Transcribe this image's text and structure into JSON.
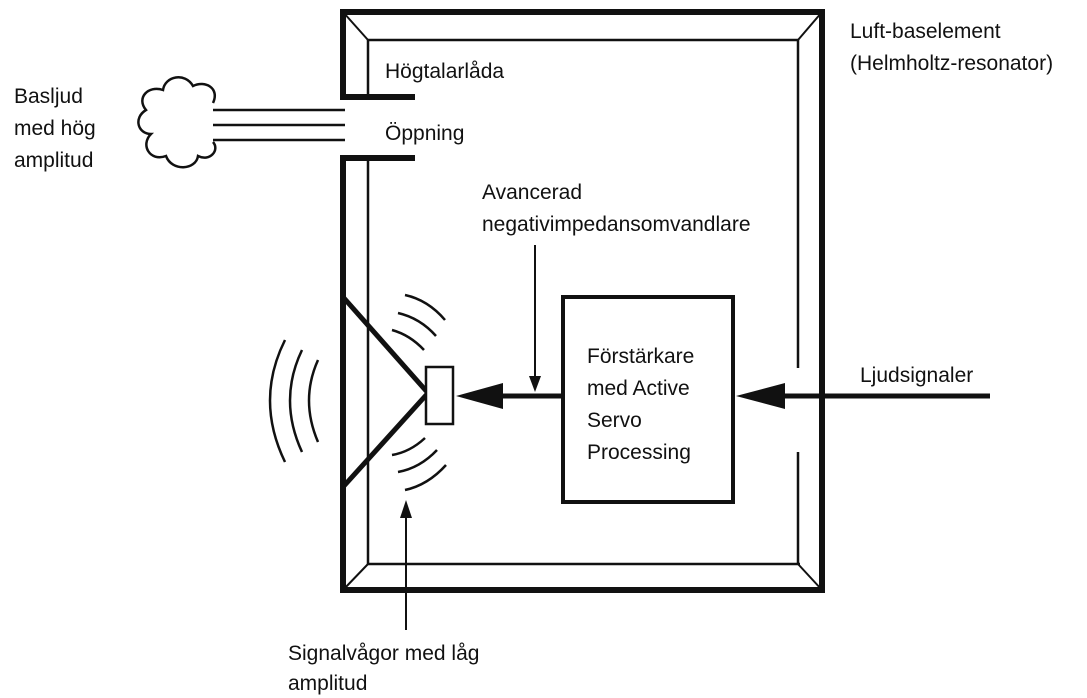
{
  "labels": {
    "cabinet": "Högtalarlåda",
    "air_element_line1": "Luft-baselement",
    "air_element_line2": "(Helmholtz-resonator)",
    "bass_line1": "Basljud",
    "bass_line2": "med hög",
    "bass_line3": "amplitud",
    "port": "Öppning",
    "converter_line1": "Avancerad",
    "converter_line2": "negativimpedansomvandlare",
    "amp_line1": "Förstärkare",
    "amp_line2": "med Active",
    "amp_line3": "Servo",
    "amp_line4": "Processing",
    "audio_in": "Ljudsignaler",
    "waves_line1": "Signalvågor med låg",
    "waves_line2": "amplitud"
  },
  "colors": {
    "stroke": "#111111",
    "background": "#ffffff"
  }
}
